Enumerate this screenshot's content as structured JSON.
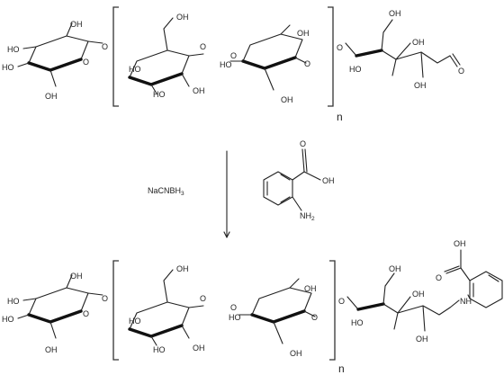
{
  "labels": {
    "oh": "OH",
    "ho": "HO",
    "o": "O",
    "aldehyde": "O",
    "repeat_n": "n",
    "reagent_main": "NaCNBH",
    "reagent_sub": "3",
    "carboxyl_oh": "OH",
    "carbonyl_o": "O",
    "amine_main": "NH",
    "amine_sub": "2",
    "product_nh": "NH",
    "product_acid_oh": "OH",
    "product_acid_o": "O"
  }
}
